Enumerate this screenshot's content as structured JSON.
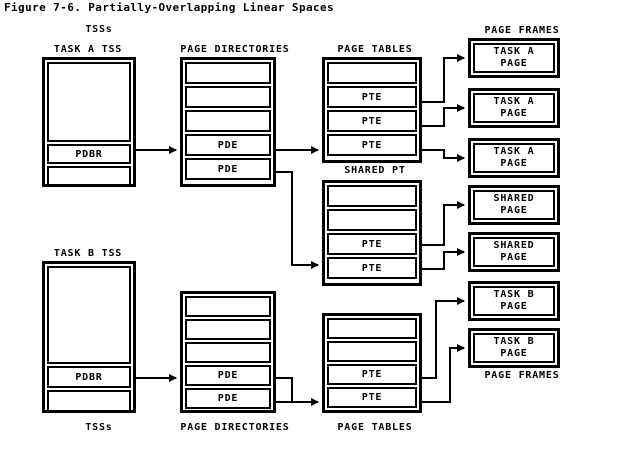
{
  "figure": {
    "title": "Figure 7-6. Partially-Overlapping Linear Spaces"
  },
  "captions": {
    "tss_top": "TSSs",
    "task_a_tss": "TASK A TSS",
    "page_directories_top": "PAGE DIRECTORIES",
    "page_tables_top": "PAGE TABLES",
    "page_frames_top": "PAGE FRAMES",
    "shared_pt": "SHARED PT",
    "task_b_tss": "TASK B TSS",
    "tss_bottom": "TSSs",
    "page_directories_bottom": "PAGE DIRECTORIES",
    "page_tables_bottom": "PAGE TABLES",
    "page_frames_bottom": "PAGE FRAMES"
  },
  "task_a_tss": {
    "cells": [
      {
        "label": ""
      },
      {
        "label": "PDBR"
      },
      {
        "label": ""
      }
    ]
  },
  "task_b_tss": {
    "cells": [
      {
        "label": ""
      },
      {
        "label": "PDBR"
      },
      {
        "label": ""
      }
    ]
  },
  "page_directory_a": {
    "cells": [
      {
        "label": ""
      },
      {
        "label": ""
      },
      {
        "label": ""
      },
      {
        "label": "PDE"
      },
      {
        "label": "PDE"
      }
    ]
  },
  "page_directory_b": {
    "cells": [
      {
        "label": ""
      },
      {
        "label": ""
      },
      {
        "label": ""
      },
      {
        "label": "PDE"
      },
      {
        "label": "PDE"
      }
    ]
  },
  "page_table_a": {
    "cells": [
      {
        "label": ""
      },
      {
        "label": "PTE"
      },
      {
        "label": "PTE"
      },
      {
        "label": "PTE"
      }
    ]
  },
  "shared_page_table": {
    "cells": [
      {
        "label": ""
      },
      {
        "label": ""
      },
      {
        "label": "PTE"
      },
      {
        "label": "PTE"
      }
    ]
  },
  "page_table_b": {
    "cells": [
      {
        "label": ""
      },
      {
        "label": ""
      },
      {
        "label": "PTE"
      },
      {
        "label": "PTE"
      }
    ]
  },
  "page_frames": [
    {
      "line1": "TASK A",
      "line2": "PAGE"
    },
    {
      "line1": "TASK A",
      "line2": "PAGE"
    },
    {
      "line1": "TASK A",
      "line2": "PAGE"
    },
    {
      "line1": "SHARED",
      "line2": "PAGE"
    },
    {
      "line1": "SHARED",
      "line2": "PAGE"
    },
    {
      "line1": "TASK B",
      "line2": "PAGE"
    },
    {
      "line1": "TASK B",
      "line2": "PAGE"
    }
  ],
  "colors": {
    "ink": "#000000",
    "paper": "#ffffff"
  }
}
